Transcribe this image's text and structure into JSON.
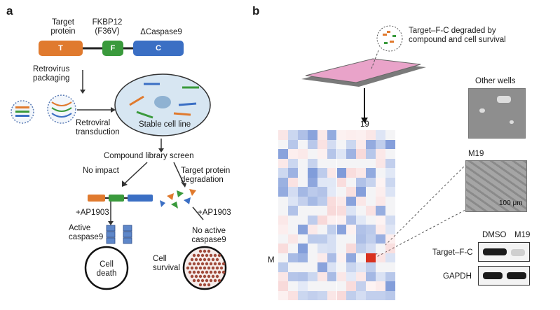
{
  "panel_a": {
    "letter": "a",
    "constructs": {
      "target": "Target\nprotein",
      "fkbp": "FKBP12\n(F36V)",
      "caspase": "ΔCaspase9"
    },
    "bar_letters": {
      "t": "T",
      "f": "F",
      "c": "C"
    },
    "retrovirus": "Retrovirus\npackaging",
    "transduction": "Retroviral\ntransduction",
    "stable_line": "Stable cell line",
    "screen": "Compound library screen",
    "no_impact": "No impact",
    "degradation": "Target protein\ndegradation",
    "ap_left": "+AP1903",
    "ap_right": "+AP1903",
    "active": "Active\ncaspase9",
    "no_active": "No active\ncaspase9",
    "cell_death": "Cell\ndeath",
    "cell_survival": "Cell\nsurvival"
  },
  "panel_b": {
    "letter": "b",
    "degraded_caption": "Target–F-C degraded by\ncompound and cell survival",
    "column_label": "19",
    "row_label": "M",
    "other_wells": "Other wells",
    "m19": "M19",
    "scale_bar": "100 μm",
    "blot": {
      "dmso": "DMSO",
      "m19": "M19",
      "target": "Target–F-C",
      "gapdh": "GAPDH"
    }
  },
  "colors": {
    "target": "#e07a2e",
    "fkbp": "#3a9a3c",
    "caspase": "#3b6fc4",
    "hit": "#d9301e",
    "plate": "#e9a3c9"
  }
}
